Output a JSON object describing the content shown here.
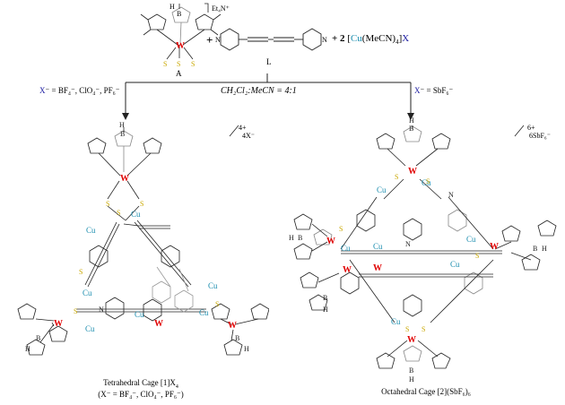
{
  "colors": {
    "tungsten": "#e00000",
    "copper": "#1e8fb0",
    "sulfur": "#c9a800",
    "anion": "#1a1aa0",
    "bond": "#222222",
    "ghost": "#9a9a9a"
  },
  "reaction": {
    "compound_a_label": "A",
    "linker_label": "L",
    "plus": "+",
    "plus2": "+ 2",
    "cu_reagent_bracket_open": "[",
    "cu_reagent_cu": "Cu",
    "cu_reagent_rest": "(MeCN)",
    "cu_reagent_sub": "4",
    "cu_reagent_bracket_close": "]",
    "cu_reagent_x": "X",
    "counterion": "Et₄N⁺",
    "solvent": "CH₂Cl₂:MeCN = 4:1",
    "left_condition_prefix": "X",
    "left_condition_text": "⁻ = BF₄⁻, ClO₄⁻, PF₆⁻",
    "right_condition_prefix": "X",
    "right_condition_text": "⁻ = SbF₆⁻"
  },
  "left_product": {
    "charge": "4+",
    "counterion": "4X⁻",
    "caption_line1": "Tetrahedral Cage [1]X",
    "caption_line1_sub": "4",
    "caption_line2": "(X⁻ = BF₄⁻, ClO₄⁻, PF₆⁻)"
  },
  "right_product": {
    "charge": "6+",
    "counterion": "6SbF₆⁻",
    "caption_line1": "Octahedral Cage [2](SbF₆)₆"
  },
  "atoms": {
    "W": "W",
    "Cu": "Cu",
    "S": "S",
    "N": "N",
    "B": "B",
    "H": "H"
  }
}
